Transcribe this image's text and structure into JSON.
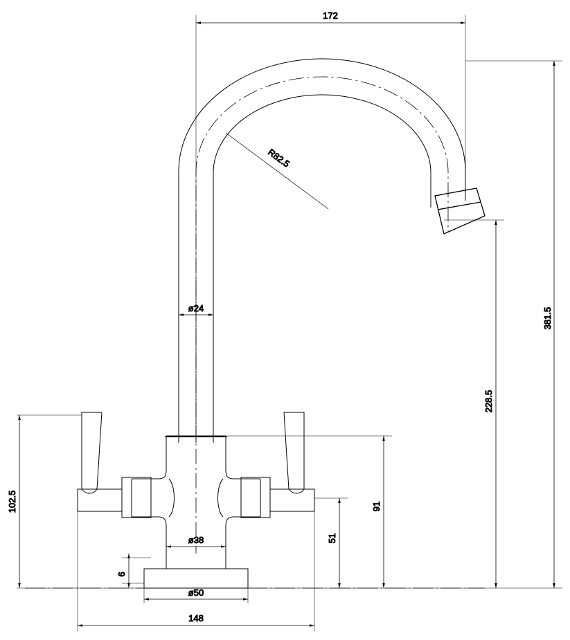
{
  "drawing": {
    "title": "Kitchen mixer tap - dimensioned elevation",
    "units": "mm",
    "line_color": "#000000",
    "text_color": "#1a1a1a",
    "background": "#ffffff"
  },
  "dimensions": {
    "spout_reach": "172",
    "spout_radius": "R82.5",
    "riser_diameter": "ø24",
    "overall_height": "381.5",
    "spout_outlet_height": "228.5",
    "body_height": "91",
    "valve_height": "51",
    "handle_top_height": "102.5",
    "shank_diameter": "ø38",
    "flange_diameter": "ø50",
    "flange_thickness": "6",
    "handle_span": "148"
  },
  "labels": [
    {
      "id": "dim-172",
      "text": "172"
    },
    {
      "id": "dim-r825",
      "text": "R82.5"
    },
    {
      "id": "dim-d24",
      "text": "ø24"
    },
    {
      "id": "dim-3815",
      "text": "381.5"
    },
    {
      "id": "dim-2285",
      "text": "228.5"
    },
    {
      "id": "dim-91",
      "text": "91"
    },
    {
      "id": "dim-51",
      "text": "51"
    },
    {
      "id": "dim-1025",
      "text": "102.5"
    },
    {
      "id": "dim-d38",
      "text": "ø38"
    },
    {
      "id": "dim-d50",
      "text": "ø50"
    },
    {
      "id": "dim-6",
      "text": "6"
    },
    {
      "id": "dim-148",
      "text": "148"
    }
  ]
}
